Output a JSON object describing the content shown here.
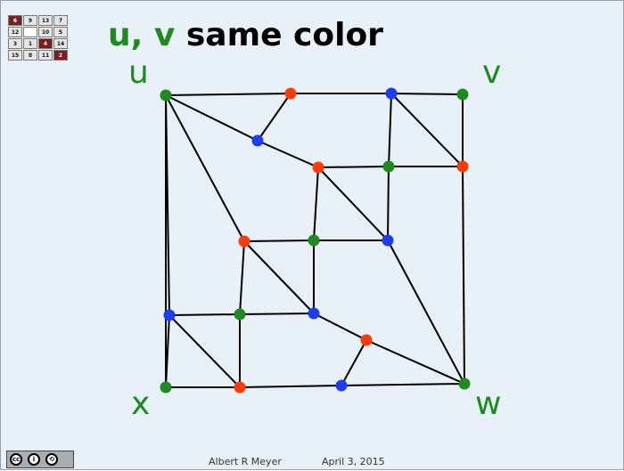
{
  "puzzle": {
    "cells": [
      {
        "text": "6",
        "dark": true
      },
      {
        "text": "9",
        "dark": false
      },
      {
        "text": "13",
        "dark": false
      },
      {
        "text": "7",
        "dark": false
      },
      {
        "text": "12",
        "dark": false
      },
      {
        "text": "",
        "dark": false,
        "blank": true
      },
      {
        "text": "10",
        "dark": false
      },
      {
        "text": "5",
        "dark": false
      },
      {
        "text": "3",
        "dark": false
      },
      {
        "text": "1",
        "dark": false
      },
      {
        "text": "4",
        "dark": true
      },
      {
        "text": "14",
        "dark": false
      },
      {
        "text": "15",
        "dark": false
      },
      {
        "text": "8",
        "dark": false
      },
      {
        "text": "11",
        "dark": false
      },
      {
        "text": "2",
        "dark": true
      }
    ]
  },
  "title": {
    "part1": "u, ",
    "part2": "v ",
    "part3": "same color"
  },
  "corners": {
    "u": "u",
    "v": "v",
    "x": "x",
    "w": "w"
  },
  "colors": {
    "green": "#1f8a1f",
    "red": "#ff3b0a",
    "blue": "#1f3df0"
  },
  "footer": {
    "author": "Albert R Meyer",
    "date": "April 3, 2015"
  },
  "graph": {
    "vertices": [
      {
        "id": "u",
        "color": "green"
      },
      {
        "id": "t1",
        "color": "red"
      },
      {
        "id": "t2",
        "color": "blue"
      },
      {
        "id": "v",
        "color": "green"
      },
      {
        "id": "a",
        "color": "blue"
      },
      {
        "id": "b",
        "color": "red"
      },
      {
        "id": "c",
        "color": "green"
      },
      {
        "id": "d",
        "color": "red"
      },
      {
        "id": "e",
        "color": "red"
      },
      {
        "id": "f",
        "color": "green"
      },
      {
        "id": "g",
        "color": "blue"
      },
      {
        "id": "h",
        "color": "blue"
      },
      {
        "id": "i",
        "color": "green"
      },
      {
        "id": "j",
        "color": "blue"
      },
      {
        "id": "k",
        "color": "red"
      },
      {
        "id": "x",
        "color": "green"
      },
      {
        "id": "l",
        "color": "red"
      },
      {
        "id": "m",
        "color": "blue"
      },
      {
        "id": "w",
        "color": "green"
      }
    ]
  }
}
